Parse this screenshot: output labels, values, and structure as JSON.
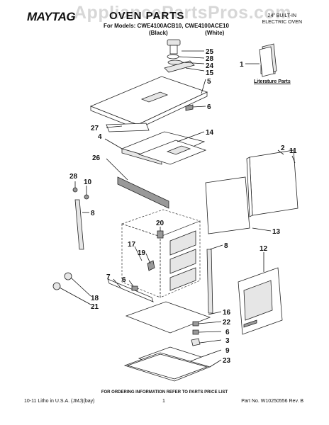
{
  "header": {
    "brand": "MAYTAG",
    "title": "OVEN PARTS",
    "models": "For Models: CWE4100ACB10, CWE4100ACE10",
    "variant_black": "(Black)",
    "variant_white": "(White)",
    "built_in_line1": "24\" BUILT-IN",
    "built_in_line2": "ELECTRIC OVEN"
  },
  "watermark": "AppliancePartsPros.com",
  "literature_label": "Literature Parts",
  "callouts": {
    "c25": "25",
    "c28a": "28",
    "c24": "24",
    "c15": "15",
    "c5": "5",
    "c6a": "6",
    "c1": "1",
    "c27": "27",
    "c14": "14",
    "c4": "4",
    "c26": "26",
    "c2": "2",
    "c11": "11",
    "c28b": "28",
    "c10": "10",
    "c8a": "8",
    "c20": "20",
    "c13": "13",
    "c17": "17",
    "c19": "19",
    "c8b": "8",
    "c12": "12",
    "c7": "7",
    "c6b": "6",
    "c18": "18",
    "c21": "21",
    "c16": "16",
    "c22": "22",
    "c6c": "6",
    "c3": "3",
    "c9": "9",
    "c23": "23"
  },
  "footer": {
    "note": "FOR ORDERING INFORMATION REFER TO PARTS PRICE LIST",
    "litho": "10-11 Litho in U.S.A. (JMJ)(bay)",
    "page": "1",
    "part_no": "Part No. W10250556 Rev. B"
  }
}
